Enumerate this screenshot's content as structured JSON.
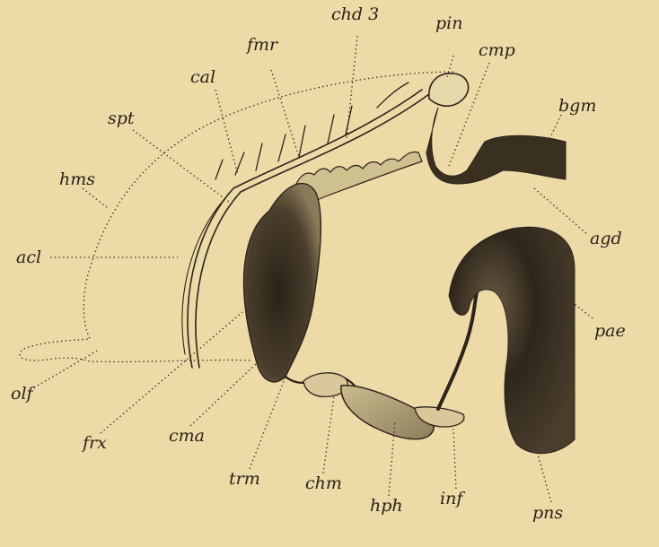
{
  "colors": {
    "paper": "#ecdba7",
    "ink": "#2c241a",
    "shade_dark": "#2e261c",
    "shade_mid": "#6a5a42"
  },
  "labels": {
    "chd3": "chd 3",
    "pin": "pin",
    "fmr": "fmr",
    "cmp": "cmp",
    "cal": "cal",
    "bgm": "bgm",
    "spt": "spt",
    "hms": "hms",
    "agd": "agd",
    "acl": "acl",
    "pae": "pae",
    "olf": "olf",
    "frx": "frx",
    "cma": "cma",
    "trm": "trm",
    "chm": "chm",
    "hph": "hph",
    "inf": "inf",
    "pns": "pns"
  }
}
